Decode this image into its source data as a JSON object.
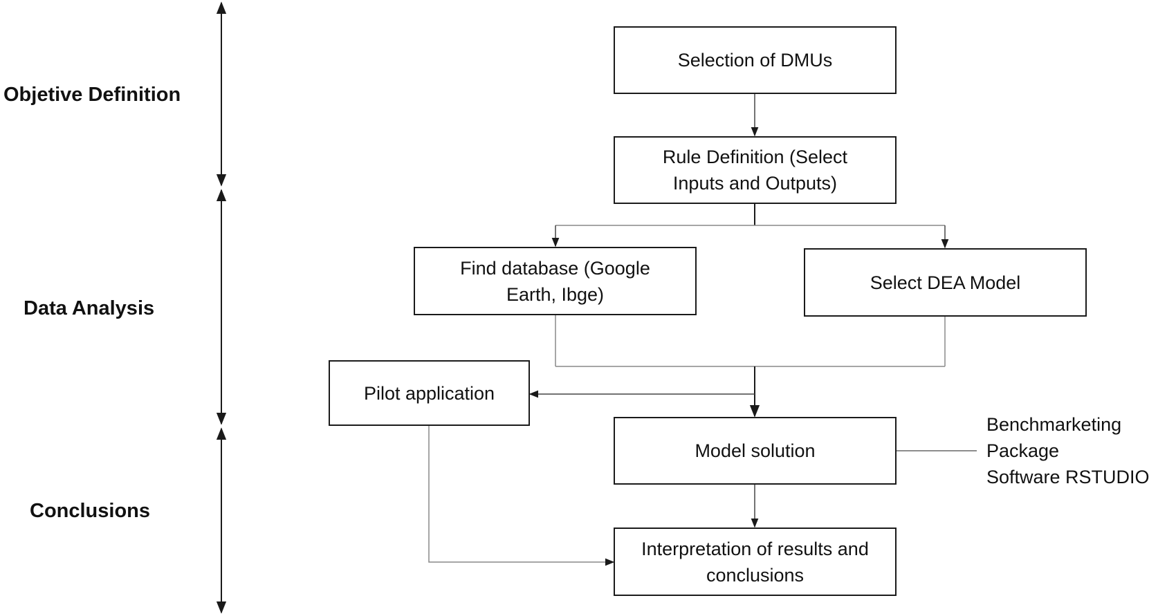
{
  "phases": [
    {
      "label": "Objetive Definition"
    },
    {
      "label": "Data Analysis"
    },
    {
      "label": "Conclusions"
    }
  ],
  "boxes": {
    "selection_dmus": {
      "lines": [
        "Selection of DMUs"
      ]
    },
    "rule_definition": {
      "lines": [
        "Rule Definition (Select",
        "Inputs and Outputs)"
      ]
    },
    "find_database": {
      "lines": [
        "Find database (Google",
        "Earth, Ibge)"
      ]
    },
    "select_dea": {
      "lines": [
        "Select DEA Model"
      ]
    },
    "pilot_application": {
      "lines": [
        "Pilot application"
      ]
    },
    "model_solution": {
      "lines": [
        "Model solution"
      ]
    },
    "interpretation": {
      "lines": [
        "Interpretation of results and",
        "conclusions"
      ]
    }
  },
  "annotation": {
    "lines": [
      "Benchmarketing",
      "Package",
      "Software RSTUDIO"
    ]
  }
}
